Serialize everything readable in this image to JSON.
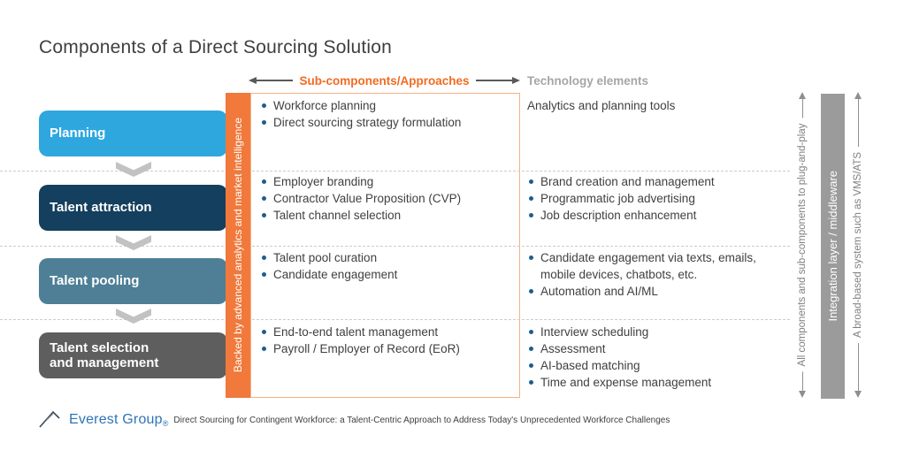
{
  "title": "Components of a Direct Sourcing Solution",
  "header": {
    "subcomponents_label": "Sub-components/Approaches",
    "technology_label": "Technology elements"
  },
  "analytics_bar_label": "Backed by advanced analytics and market intelligence",
  "stages": [
    {
      "label": "Planning",
      "color": "#2EA7DF"
    },
    {
      "label": "Talent attraction",
      "color": "#143F5E"
    },
    {
      "label": "Talent pooling",
      "color": "#4E7F97"
    },
    {
      "label": "Talent selection and management",
      "color": "#5E5E5E"
    }
  ],
  "rows": [
    {
      "subcomponents": [
        "Workforce planning",
        "Direct sourcing strategy formulation"
      ],
      "technology": [
        "Analytics and planning tools"
      ]
    },
    {
      "subcomponents": [
        "Employer branding",
        "Contractor Value Proposition (CVP)",
        "Talent channel selection"
      ],
      "technology": [
        "Brand creation and management",
        "Programmatic job advertising",
        "Job description enhancement"
      ]
    },
    {
      "subcomponents": [
        "Talent pool curation",
        "Candidate engagement"
      ],
      "technology": [
        "Candidate engagement via texts, emails, mobile devices, chatbots, etc.",
        "Automation and AI/ML"
      ]
    },
    {
      "subcomponents": [
        "End-to-end talent management",
        "Payroll / Employer of Record (EoR)"
      ],
      "technology": [
        "Interview scheduling",
        "Assessment",
        "AI-based matching",
        "Time and expense management"
      ]
    }
  ],
  "integration": {
    "left_note": "All components and sub-components to plug-and-play",
    "bar_label": "Integration layer / middleware",
    "right_note": "A broad-based system such as VMS/ATS"
  },
  "footer": {
    "brand": "Everest Group",
    "registered": "®",
    "citation": "Direct Sourcing for Contingent Workforce: a Talent-Centric Approach to Address Today's Unprecedented Workforce Challenges"
  },
  "colors": {
    "accent_orange": "#F0793B",
    "bullet_blue": "#1F5C8B",
    "integration_gray": "#9B9B9B",
    "header_orange": "#F26B21",
    "tech_header_gray": "#A6A6A6"
  }
}
